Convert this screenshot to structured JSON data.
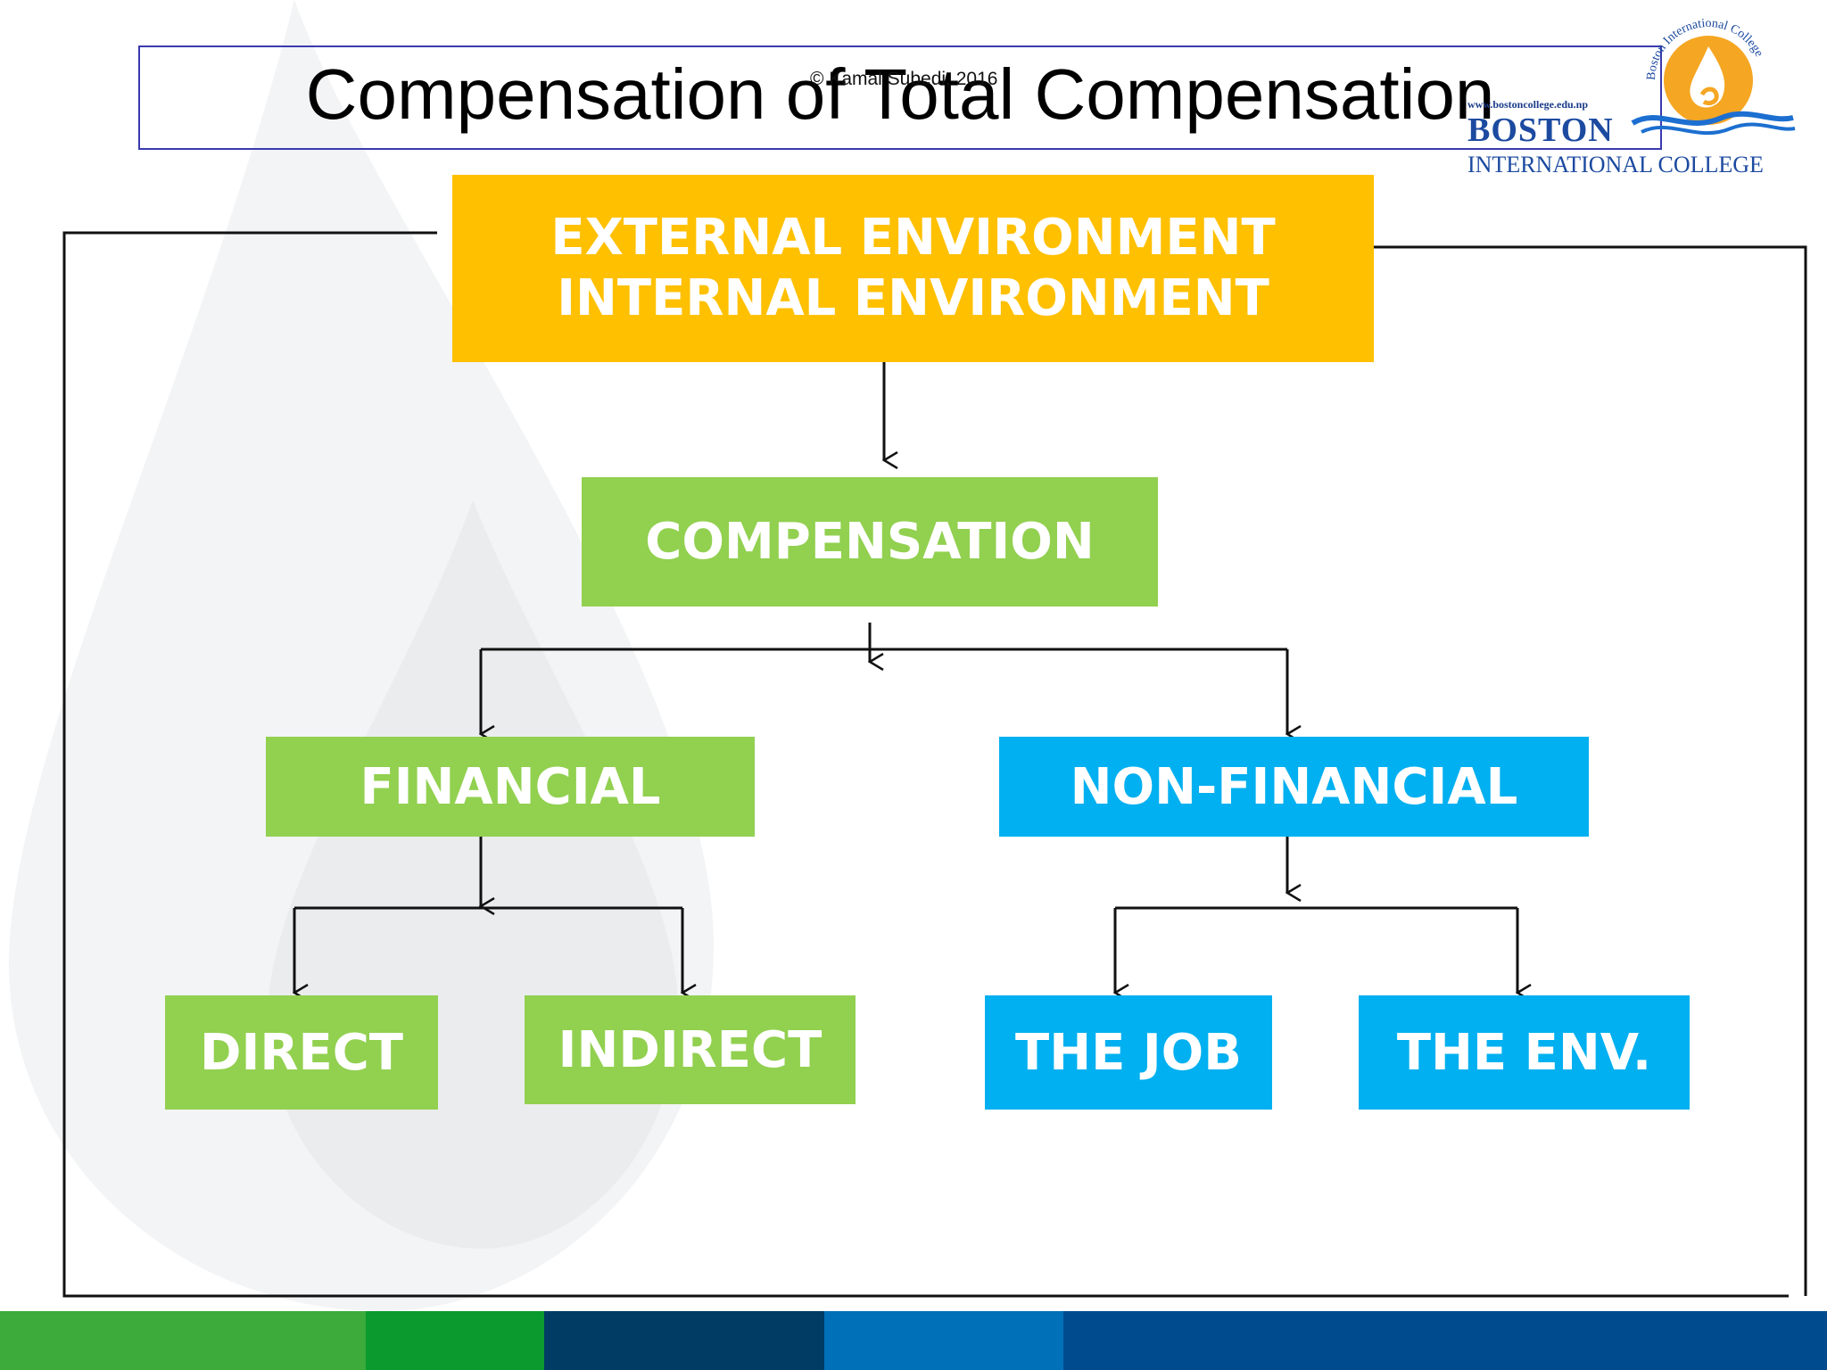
{
  "title": "Compensation of Total Compensation",
  "copyright": "© Kamal Subedi, 2016",
  "logo": {
    "arc_text": "Boston International College",
    "url": "www.bostoncollege.edu.np",
    "name": "BOSTON",
    "subtitle": "INTERNATIONAL COLLEGE"
  },
  "nodes": {
    "environment_line1": "EXTERNAL ENVIRONMENT",
    "environment_line2": "INTERNAL ENVIRONMENT",
    "compensation": "COMPENSATION",
    "financial": "FINANCIAL",
    "non_financial": "NON-FINANCIAL",
    "direct": "DIRECT",
    "indirect": "INDIRECT",
    "the_job": "THE JOB",
    "the_env": "THE ENV."
  },
  "colors": {
    "environment": "#ffc000",
    "financial_branch": "#92d050",
    "non_financial_branch": "#00b0f0",
    "title_border": "#3a3ab0",
    "logo_blue": "#1c4aa0",
    "logo_orange": "#f5a623",
    "footer_bands": [
      "#3daa3c",
      "#0a9a2e",
      "#003c63",
      "#0070b8",
      "#004b8e"
    ]
  }
}
